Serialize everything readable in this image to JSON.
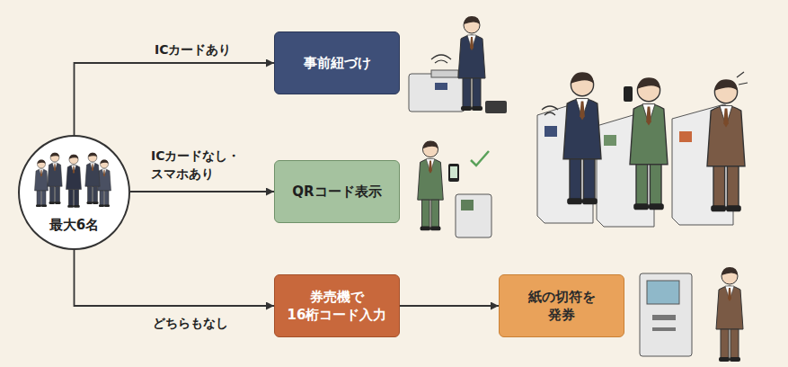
{
  "diagram": {
    "nodes": [
      {
        "text": [
          "最大6名"
        ]
      },
      {
        "text": [
          "事前紐づけ"
        ]
      },
      {
        "text": [
          "QRコード表示"
        ]
      },
      {
        "text": [
          "券売機で 16桁コード入力"
        ]
      },
      {
        "text": [
          "紙の切符を 発券"
        ]
      }
    ],
    "edges": [
      {
        "from": 0,
        "to": 1,
        "arrow": "to",
        "label": "ICカードあり"
      },
      {
        "from": 0,
        "to": 2,
        "arrow": "to",
        "label": "ICカードなし・ スマホあり"
      },
      {
        "from": 0,
        "to": 3,
        "arrow": "to",
        "label": "どちらもなし"
      },
      {
        "from": 3,
        "to": 4,
        "arrow": "to"
      }
    ]
  }
}
